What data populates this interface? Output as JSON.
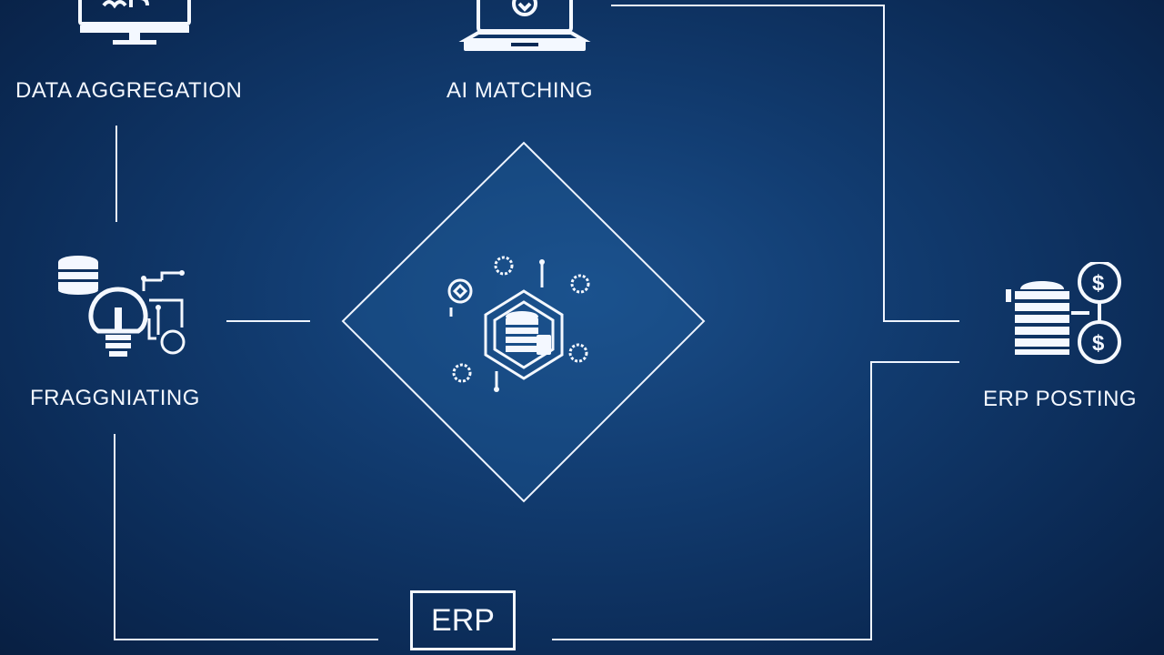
{
  "nodes": {
    "data_aggregation": {
      "label": "DATA AGGREGATION",
      "icon": "monitor-icon"
    },
    "ai_matching": {
      "label": "AI MATCHING",
      "icon": "laptop-icon"
    },
    "fragmenting": {
      "label": "FRAGGNIATING",
      "icon": "database-lightbulb-icon"
    },
    "erp_posting": {
      "label": "ERP POSTING",
      "icon": "server-dollar-icon"
    },
    "erp": {
      "label": "ERP",
      "icon": "erp-box"
    },
    "center": {
      "icon": "hexagon-database-network-icon"
    }
  },
  "colors": {
    "background": "#0b2a55",
    "line": "#f4f8ff"
  }
}
